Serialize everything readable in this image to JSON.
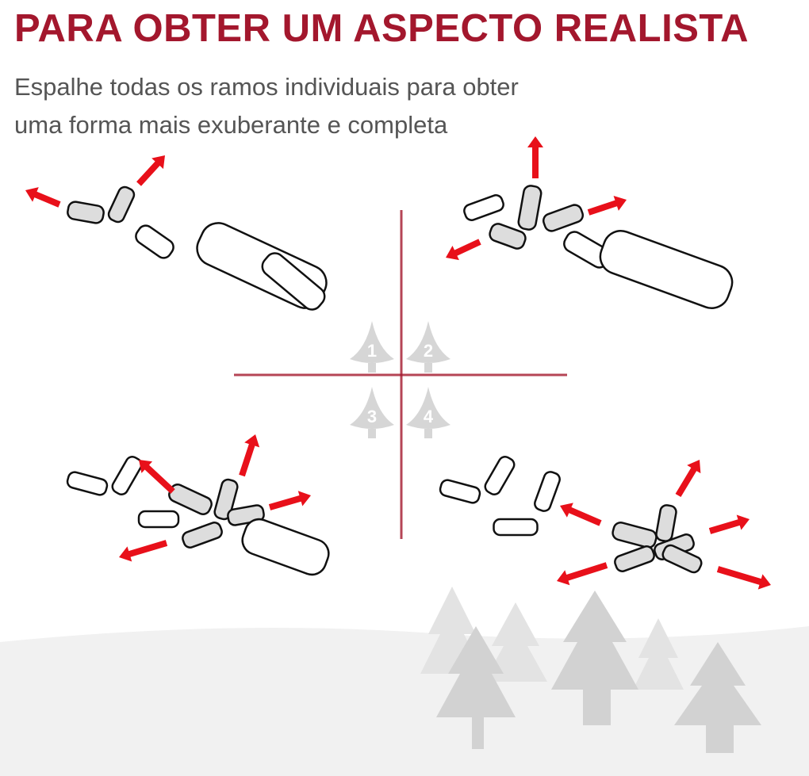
{
  "title": "PARA OBTER UM ASPECTO REALISTA",
  "subtitle_line1": "Espalhe todas os ramos individuais para obter",
  "subtitle_line2": "uma forma mais exuberante e completa",
  "steps": [
    "1",
    "2",
    "3",
    "4"
  ],
  "colors": {
    "accent": "#a3172d",
    "arrow": "#e8101a",
    "icon_grey": "#d6d6d6"
  }
}
